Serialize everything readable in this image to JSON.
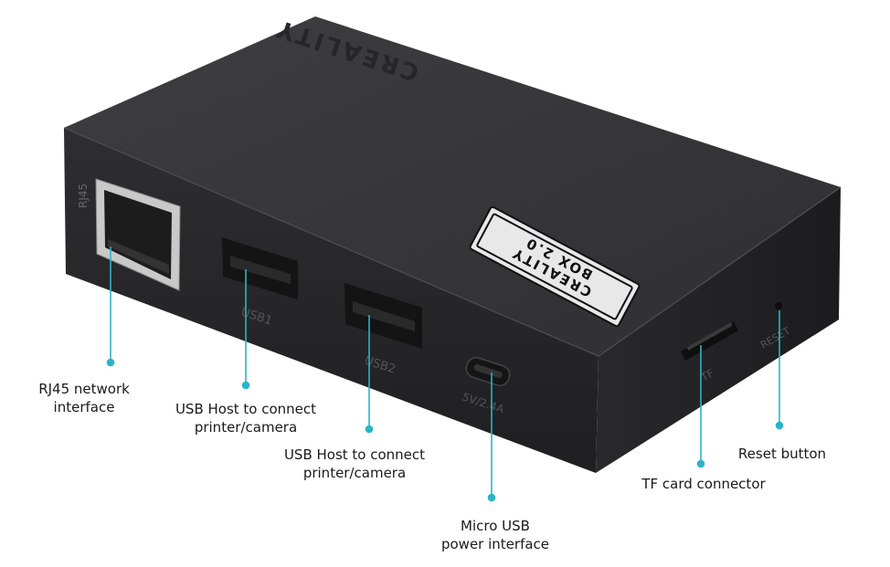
{
  "device": {
    "brand_embossed": "CREALITY",
    "sticker_line1": "CREALITY",
    "sticker_line2": "BOX 2.0",
    "ports": {
      "rj45": "RJ45",
      "usb1": "USB1",
      "usb2": "USB2",
      "power": "5V/2.4A",
      "tf": "TF",
      "reset": "RESET"
    }
  },
  "callouts": {
    "rj45": [
      "RJ45 network",
      "interface"
    ],
    "usb1": [
      "USB Host to connect",
      "printer/camera"
    ],
    "usb2": [
      "USB Host to connect",
      "printer/camera"
    ],
    "micro_usb": [
      "Micro USB",
      "power interface"
    ],
    "tf_card": [
      "TF card connector"
    ],
    "reset": [
      "Reset button"
    ]
  },
  "colors": {
    "leader": "#2bb3c8",
    "body_top": "#3a3a3c",
    "body_front": "#2a2a2c",
    "body_side": "#202022"
  }
}
